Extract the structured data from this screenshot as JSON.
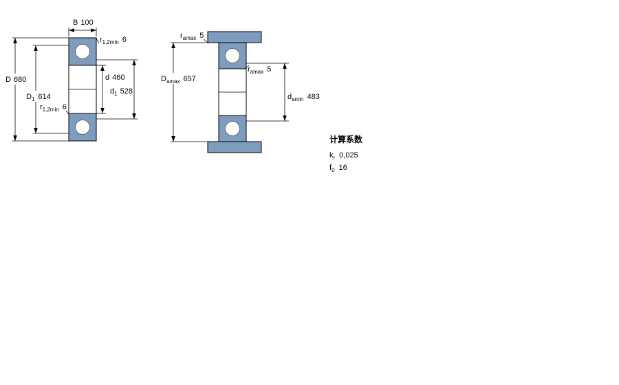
{
  "colors": {
    "ring_fill": "#7d9cbe",
    "ball_fill": "#ffffff",
    "line": "#000000"
  },
  "left_view": {
    "dim_B": {
      "sym": "B",
      "value": "100"
    },
    "dim_r_top": {
      "sym": "r",
      "sub": "1,2min",
      "value": "6"
    },
    "dim_D": {
      "sym": "D",
      "value": "680"
    },
    "dim_D1": {
      "sym": "D",
      "sub": "1",
      "value": "614"
    },
    "dim_d": {
      "sym": "d",
      "value": "460"
    },
    "dim_d1": {
      "sym": "d",
      "sub": "1",
      "value": "528"
    },
    "dim_r_bottom": {
      "sym": "r",
      "sub": "1,2min",
      "value": "6"
    }
  },
  "right_view": {
    "dim_r_top": {
      "sym": "r",
      "sub": "amax",
      "value": "5"
    },
    "dim_Da": {
      "sym": "D",
      "sub": "amax",
      "value": "657"
    },
    "dim_r_mid": {
      "sym": "r",
      "sub": "amax",
      "value": "5"
    },
    "dim_da": {
      "sym": "d",
      "sub": "amin",
      "value": "483"
    }
  },
  "calculation_factors": {
    "heading": "计算系数",
    "rows": [
      {
        "sym": "k",
        "sub": "r",
        "value": "0,025"
      },
      {
        "sym": "f",
        "sub": "0",
        "value": "16"
      }
    ]
  }
}
